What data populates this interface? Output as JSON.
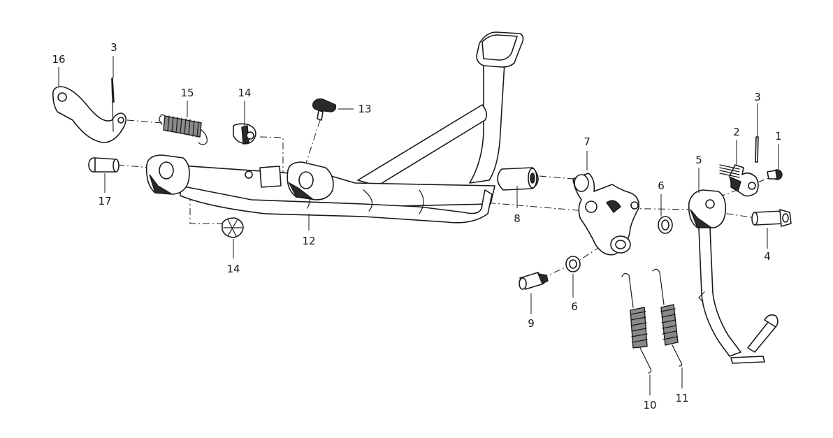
{
  "callouts": [
    {
      "id": "c16",
      "label": "16"
    },
    {
      "id": "c3a",
      "label": "3"
    },
    {
      "id": "c15",
      "label": "15"
    },
    {
      "id": "c14a",
      "label": "14"
    },
    {
      "id": "c13",
      "label": "13"
    },
    {
      "id": "c17",
      "label": "17"
    },
    {
      "id": "c12",
      "label": "12"
    },
    {
      "id": "c14b",
      "label": "14"
    },
    {
      "id": "c7",
      "label": "7"
    },
    {
      "id": "c8",
      "label": "8"
    },
    {
      "id": "c6a",
      "label": "6"
    },
    {
      "id": "c5",
      "label": "5"
    },
    {
      "id": "c2",
      "label": "2"
    },
    {
      "id": "c3b",
      "label": "3"
    },
    {
      "id": "c1",
      "label": "1"
    },
    {
      "id": "c4",
      "label": "4"
    },
    {
      "id": "c6b",
      "label": "6"
    },
    {
      "id": "c9",
      "label": "9"
    },
    {
      "id": "c10",
      "label": "10"
    },
    {
      "id": "c11",
      "label": "11"
    }
  ]
}
